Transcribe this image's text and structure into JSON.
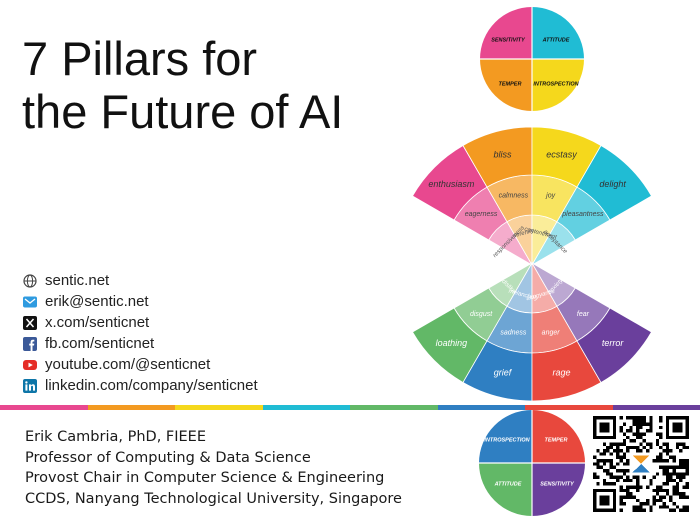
{
  "slide": {
    "title_line1": "7 Pillars for",
    "title_line2": "the Future of AI"
  },
  "links": [
    {
      "icon": "globe-icon",
      "text": "sentic.net"
    },
    {
      "icon": "mail-icon",
      "text": "erik@sentic.net"
    },
    {
      "icon": "x-icon",
      "text": "x.com/senticnet"
    },
    {
      "icon": "facebook-icon",
      "text": "fb.com/senticnet"
    },
    {
      "icon": "youtube-icon",
      "text": "youtube.com/@senticnet"
    },
    {
      "icon": "linkedin-icon",
      "text": "linkedin.com/company/senticnet"
    }
  ],
  "author": {
    "name": "Erik Cambria, PhD, FIEEE",
    "line2": "Professor of Computing & Data Science",
    "line3": "Provost Chair in Computer Science & Engineering",
    "line4": "CCDS, Nanyang Technological University, Singapore"
  },
  "hourglass": {
    "top_circle": [
      "SENSITIVITY",
      "ATTITUDE",
      "TEMPER",
      "INTROSPECTION"
    ],
    "bottom_circle": [
      "INTROSPECTION",
      "TEMPER",
      "ATTITUDE",
      "SENSITIVITY"
    ],
    "upper_fan_outer": [
      "enthusiasm",
      "bliss",
      "ecstasy",
      "delight"
    ],
    "upper_fan_mid": [
      "eagerness",
      "calmness",
      "joy",
      "pleasantness"
    ],
    "upper_fan_inner": [
      "responsiveness",
      "serenity",
      "contentment",
      "acceptance"
    ],
    "lower_fan_inner": [
      "dislike",
      "melancholy",
      "annoyance",
      "anxiety"
    ],
    "lower_fan_mid": [
      "disgust",
      "sadness",
      "anger",
      "fear"
    ],
    "lower_fan_outer": [
      "loathing",
      "grief",
      "rage",
      "terror"
    ],
    "colors": {
      "pink": "#e8488f",
      "orange": "#f39a21",
      "yellow": "#f5d81c",
      "cyan": "#20bcd4",
      "green": "#62b867",
      "blue": "#2f7fc2",
      "red": "#e8483d",
      "purple": "#6a3f9c"
    }
  },
  "stripe_colors": [
    "#e8488f",
    "#f39a21",
    "#f5d81c",
    "#20bcd4",
    "#62b867",
    "#2f7fc2",
    "#e8483d",
    "#6a3f9c"
  ]
}
